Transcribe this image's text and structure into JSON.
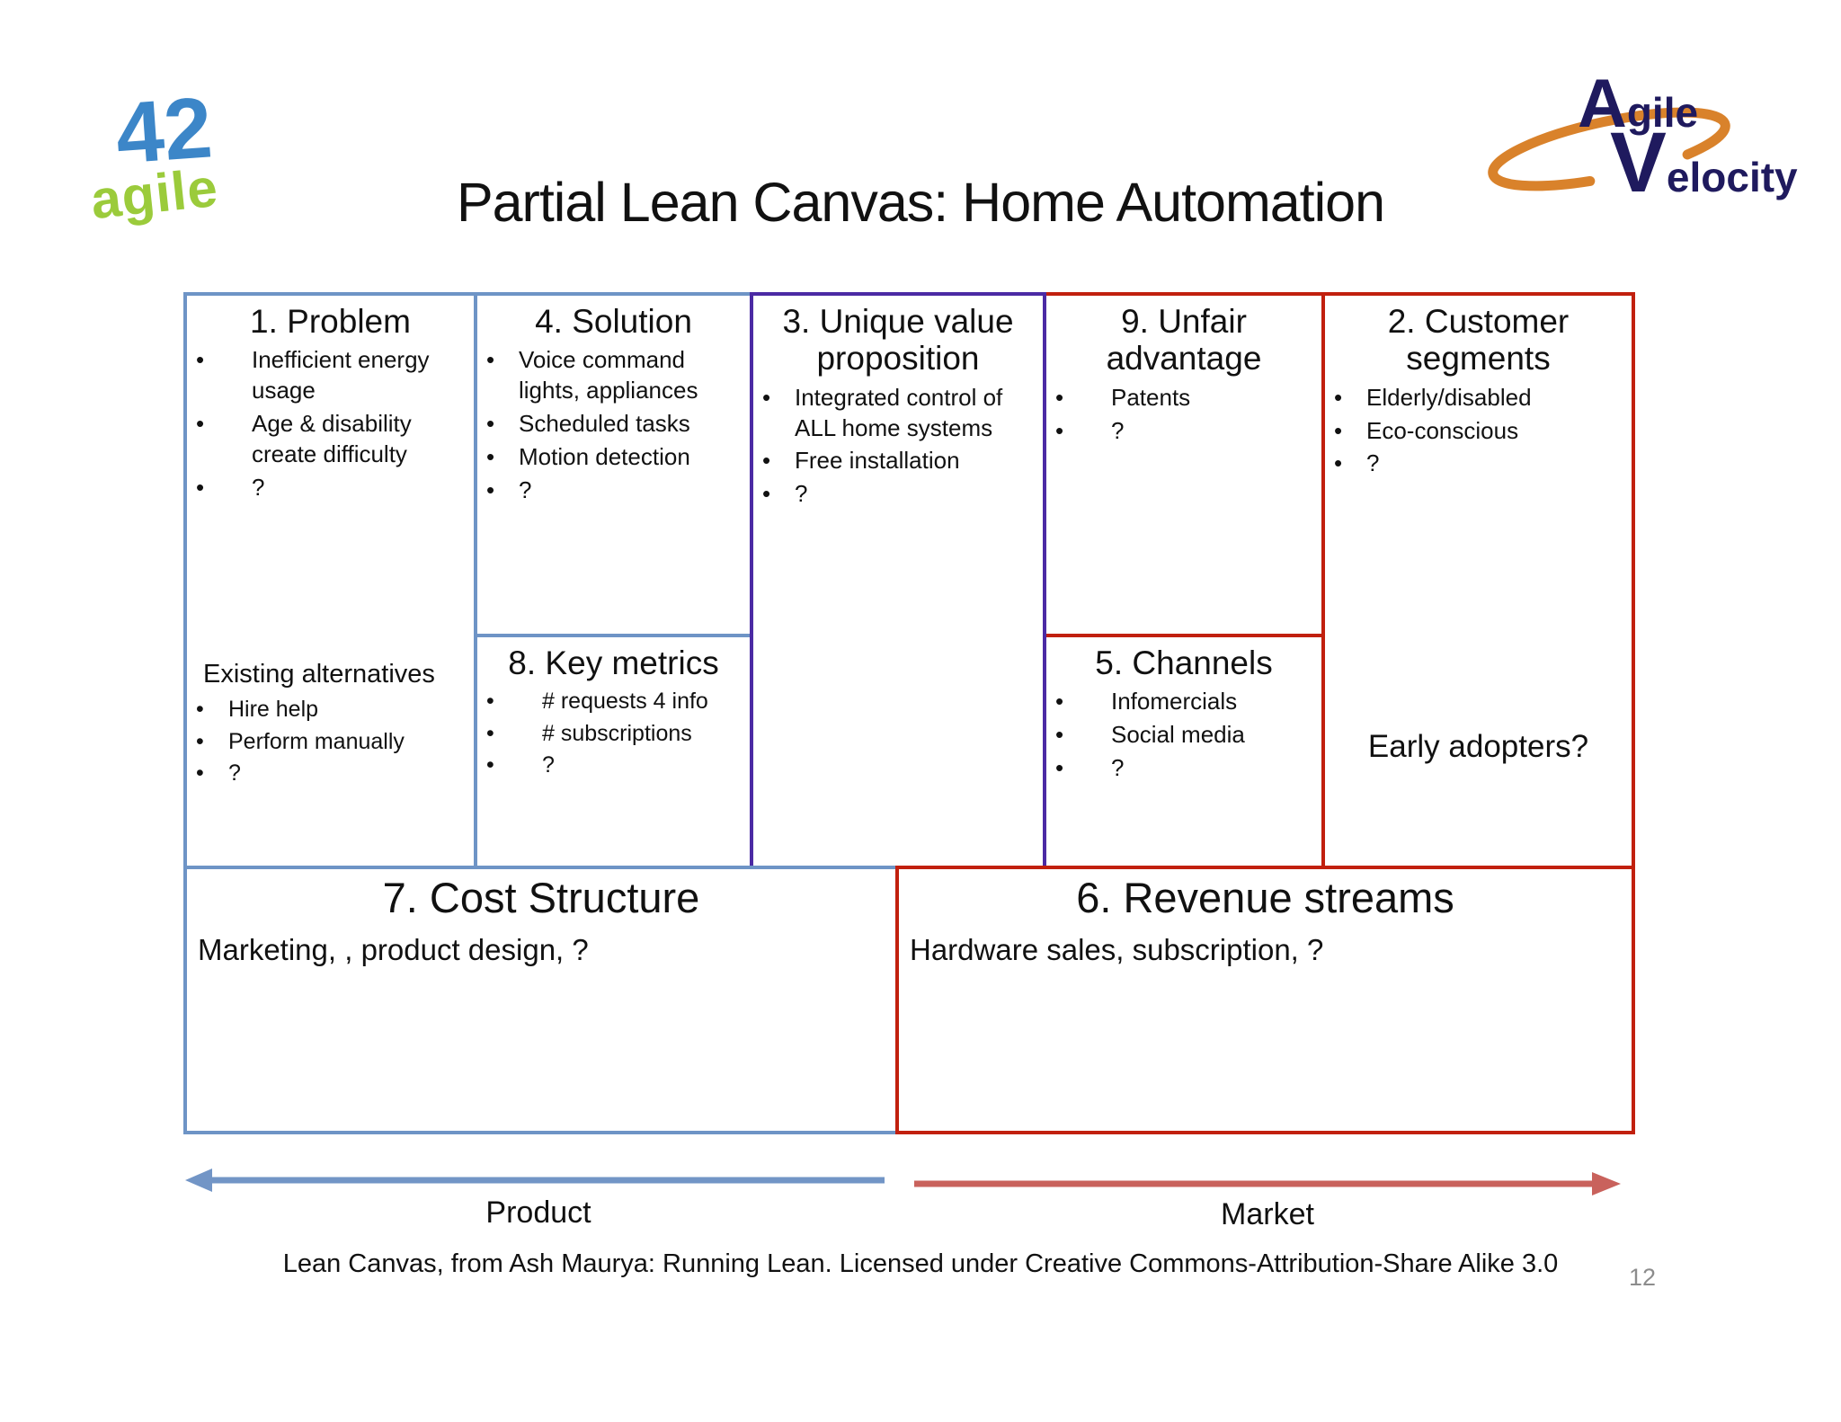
{
  "title": "Partial Lean Canvas: Home Automation",
  "logos": {
    "agile42": {
      "number": "42",
      "word": "agile"
    },
    "agile_velocity": {
      "word1": "Agile",
      "word2": "Velocity"
    }
  },
  "canvas": {
    "problem": {
      "title": "1. Problem",
      "bullets": [
        "Inefficient energy usage",
        "Age & disability create difficulty",
        "?"
      ]
    },
    "existing_alternatives": {
      "title": "Existing alternatives",
      "bullets": [
        "Hire help",
        "Perform manually",
        "?"
      ]
    },
    "solution": {
      "title": "4. Solution",
      "bullets": [
        "Voice command lights, appliances",
        "Scheduled tasks",
        "Motion detection",
        "?"
      ]
    },
    "key_metrics": {
      "title": "8. Key metrics",
      "bullets": [
        "# requests 4 info",
        "# subscriptions",
        "?"
      ]
    },
    "unique_value_proposition": {
      "title": "3. Unique value proposition",
      "bullets": [
        "Integrated control of ALL home systems",
        "Free installation",
        "?"
      ]
    },
    "unfair_advantage": {
      "title": "9. Unfair advantage",
      "bullets": [
        "Patents",
        "?"
      ]
    },
    "channels": {
      "title": "5. Channels",
      "bullets": [
        "Infomercials",
        "Social media",
        "?"
      ]
    },
    "customer_segments": {
      "title": "2. Customer segments",
      "bullets": [
        "Elderly/disabled",
        "Eco-conscious",
        "?"
      ],
      "note": "Early adopters?"
    },
    "cost_structure": {
      "title": "7. Cost Structure",
      "body": "Marketing, , product design, ?"
    },
    "revenue_streams": {
      "title": "6. Revenue streams",
      "body": "Hardware sales, subscription, ?"
    }
  },
  "axes": {
    "product_label": "Product",
    "market_label": "Market"
  },
  "footer": {
    "license": "Lean Canvas, from Ash Maurya: Running Lean. Licensed under Creative Commons-Attribution-Share Alike 3.0",
    "page_number": "12"
  },
  "colors": {
    "border_blue": "#6E94C6",
    "border_purple": "#4B2AA4",
    "border_red": "#C1200E",
    "arrow_blue": "#7295C6",
    "arrow_red": "#C9625C",
    "logo_blue": "#3C86C8",
    "logo_green": "#9BCB3B",
    "logo_navy": "#1F1A5E",
    "logo_orange": "#D9822B",
    "page_number_gray": "#8C8C8C"
  }
}
